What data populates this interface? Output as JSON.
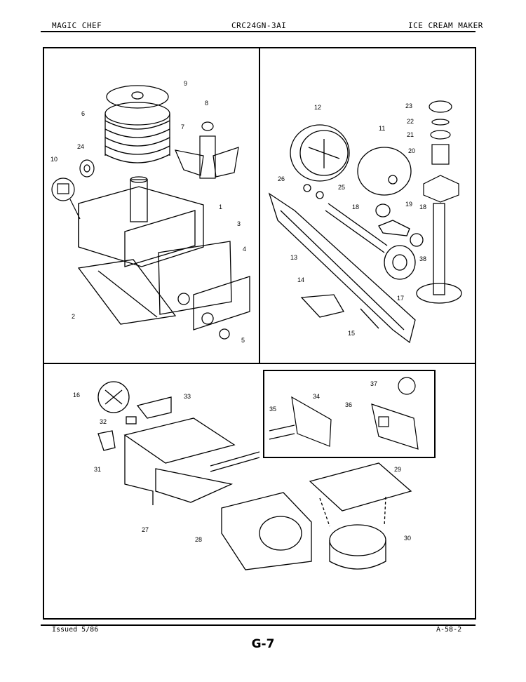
{
  "header": {
    "brand": "MAGIC CHEF",
    "model": "CRC24GN-3AI",
    "section": "ICE CREAM MAKER"
  },
  "footer": {
    "issued": "Issued 5/86",
    "code": "A-58-2",
    "page": "G-7"
  },
  "panels": {
    "top_left": {
      "callouts": [
        "9",
        "6",
        "8",
        "7",
        "24",
        "10",
        "1",
        "3",
        "4",
        "2",
        "5"
      ]
    },
    "top_right": {
      "callouts": [
        "12",
        "11",
        "23",
        "22",
        "21",
        "20",
        "26",
        "25",
        "18",
        "18",
        "19",
        "13",
        "38",
        "14",
        "17",
        "15"
      ]
    },
    "bottom": {
      "callouts": [
        "16",
        "33",
        "32",
        "31",
        "27",
        "28",
        "29",
        "30"
      ]
    },
    "bottom_inset": {
      "callouts": [
        "34",
        "35",
        "36",
        "37"
      ]
    }
  }
}
